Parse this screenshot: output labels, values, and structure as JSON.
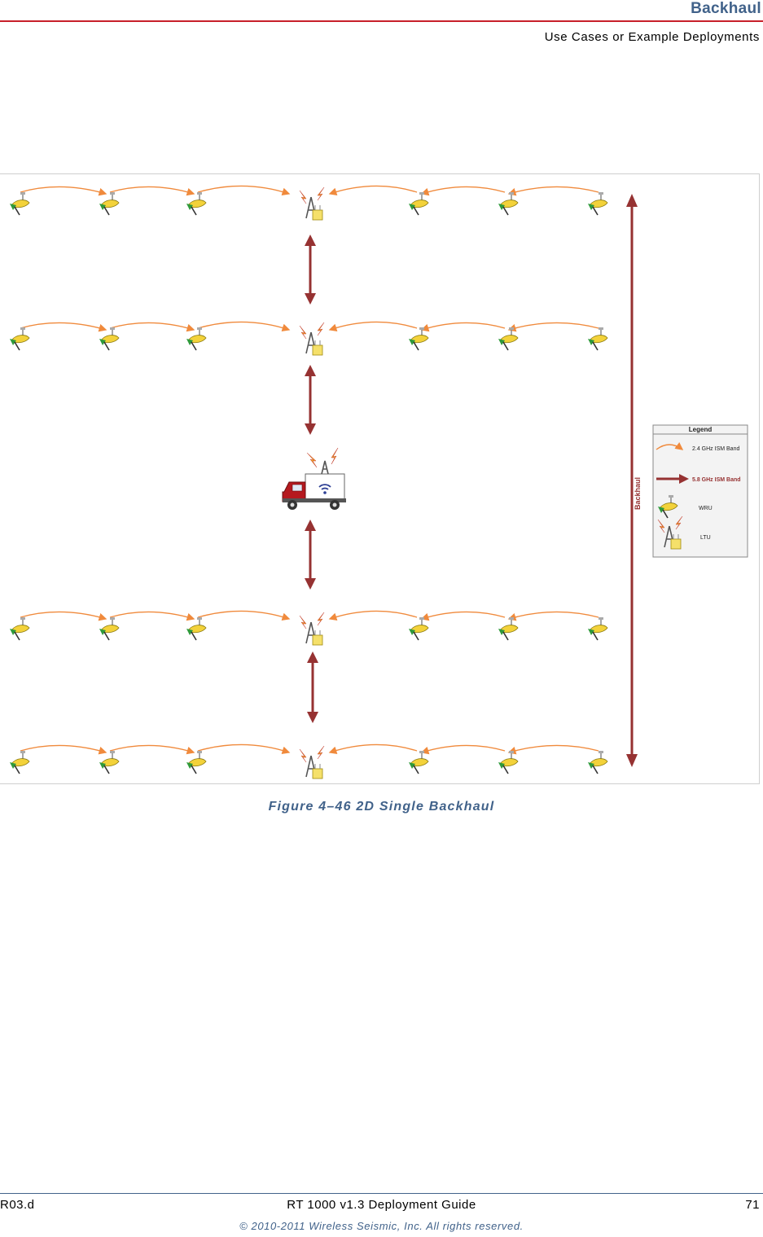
{
  "header": {
    "title": "Backhaul",
    "subtitle": "Use Cases or Example Deployments"
  },
  "figure": {
    "caption": "Figure 4–46   2D Single Backhaul",
    "backhaul_label": "Backhaul",
    "legend": {
      "title": "Legend",
      "items": [
        {
          "label": "2.4 GHz ISM Band"
        },
        {
          "label": "5.8 GHz ISM Band"
        },
        {
          "label": "WRU"
        },
        {
          "label": "LTU"
        }
      ]
    }
  },
  "footer": {
    "left": "R03.d",
    "center": "RT 1000 v1.3 Deployment Guide",
    "right": "71",
    "copyright": "© 2010-2011 Wireless Seismic, Inc. All rights reserved."
  },
  "colors": {
    "brand_blue": "#41628a",
    "header_rule": "#c8202a",
    "band_24": "#f08a3c",
    "band_58": "#963232"
  }
}
